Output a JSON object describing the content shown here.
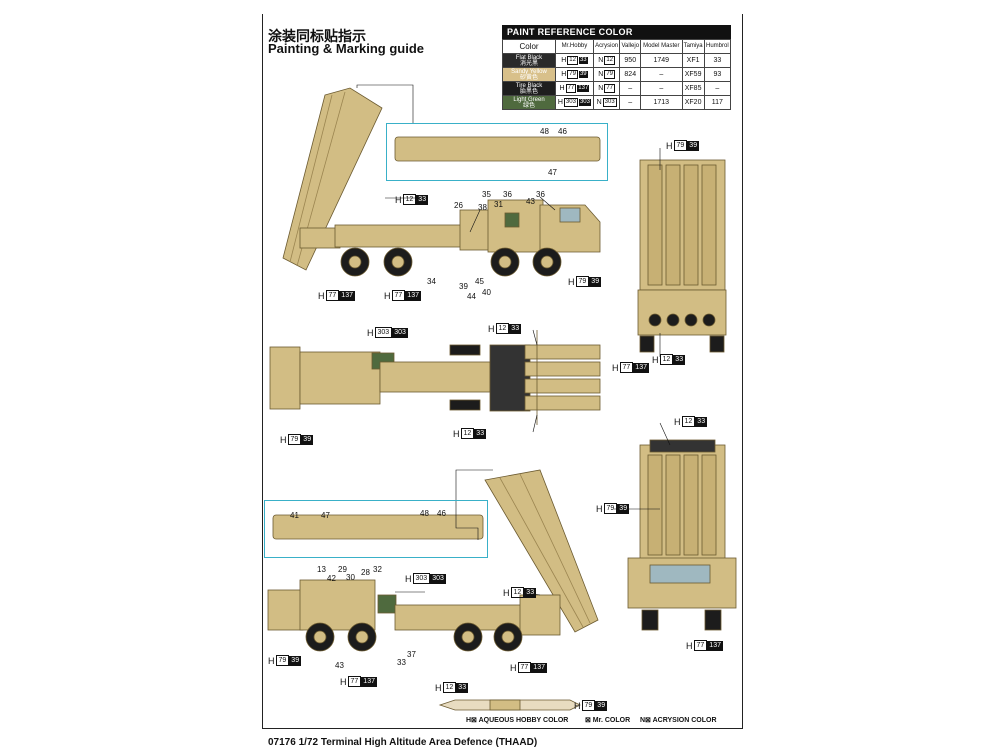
{
  "header": {
    "title_cn": "涂装同标贴指示",
    "title_en": "Painting & Marking guide"
  },
  "paint_reference": {
    "title": "PAINT  REFERENCE COLOR",
    "columns": [
      "Color",
      "Mr.Hobby",
      "Acrysion",
      "Vallejo",
      "Model Master",
      "Tamiya",
      "Humbrol"
    ],
    "rows": [
      {
        "name": "Flat Black",
        "name_cn": "消光黑",
        "swatch": "#2a2a2a",
        "text_color": "#ffffff",
        "hobby": "H",
        "hobby_box": "12",
        "hobby_dark": "33",
        "acry": "N",
        "acry_box": "12",
        "vallejo": "950",
        "mm": "1749",
        "tamiya": "XF1",
        "humbrol": "33"
      },
      {
        "name": "Sandy Yellow",
        "name_cn": "砂黄色",
        "swatch": "#d8c08a",
        "text_color": "#ffffff",
        "hobby": "H",
        "hobby_box": "79",
        "hobby_dark": "39",
        "acry": "N",
        "acry_box": "79",
        "vallejo": "824",
        "mm": "–",
        "tamiya": "XF59",
        "humbrol": "93"
      },
      {
        "name": "Tire Black",
        "name_cn": "胎黑色",
        "swatch": "#1e1e1e",
        "text_color": "#ffffff",
        "hobby": "H",
        "hobby_box": "77",
        "hobby_dark": "137",
        "acry": "N",
        "acry_box": "77",
        "vallejo": "–",
        "mm": "–",
        "tamiya": "XF85",
        "humbrol": "–"
      },
      {
        "name": "Light Green",
        "name_cn": "绿色",
        "swatch": "#4f6a3e",
        "text_color": "#ffffff",
        "hobby": "H",
        "hobby_box": "303",
        "hobby_dark": "303",
        "acry": "N",
        "acry_box": "303",
        "vallejo": "–",
        "mm": "1713",
        "tamiya": "XF20",
        "humbrol": "117"
      }
    ]
  },
  "callouts": {
    "h12_33": {
      "prefix": "H",
      "box": "12",
      "dark": "33"
    },
    "h79_39": {
      "prefix": "H",
      "box": "79",
      "dark": "39"
    },
    "h77_137": {
      "prefix": "H",
      "box": "77",
      "dark": "137"
    },
    "h303_303": {
      "prefix": "H",
      "box": "303",
      "dark": "303"
    }
  },
  "part_numbers": {
    "n48": "48",
    "n46": "46",
    "n47": "47",
    "n35": "35",
    "n36": "36",
    "n26": "26",
    "n38": "38",
    "n31": "31",
    "n43": "43",
    "n34": "34",
    "n39": "39",
    "n45": "45",
    "n44": "44",
    "n40": "40",
    "n41": "41",
    "n13": "13",
    "n29": "29",
    "n42": "42",
    "n30": "30",
    "n28": "28",
    "n32": "32",
    "n37": "37",
    "n33": "33"
  },
  "colors": {
    "sand": "#d2bd84",
    "sand_dark": "#b09a62",
    "black": "#1c1c1c",
    "green": "#4f6a3e",
    "cyan": "#39b0c8"
  },
  "legend": {
    "h": "H⊠ AQUEOUS HOBBY COLOR",
    "mr": "⊠ Mr. COLOR",
    "n": "N⊠ ACRYSION COLOR"
  },
  "footer": "07176 1/72  Terminal High Altitude Area Defence (THAAD)"
}
